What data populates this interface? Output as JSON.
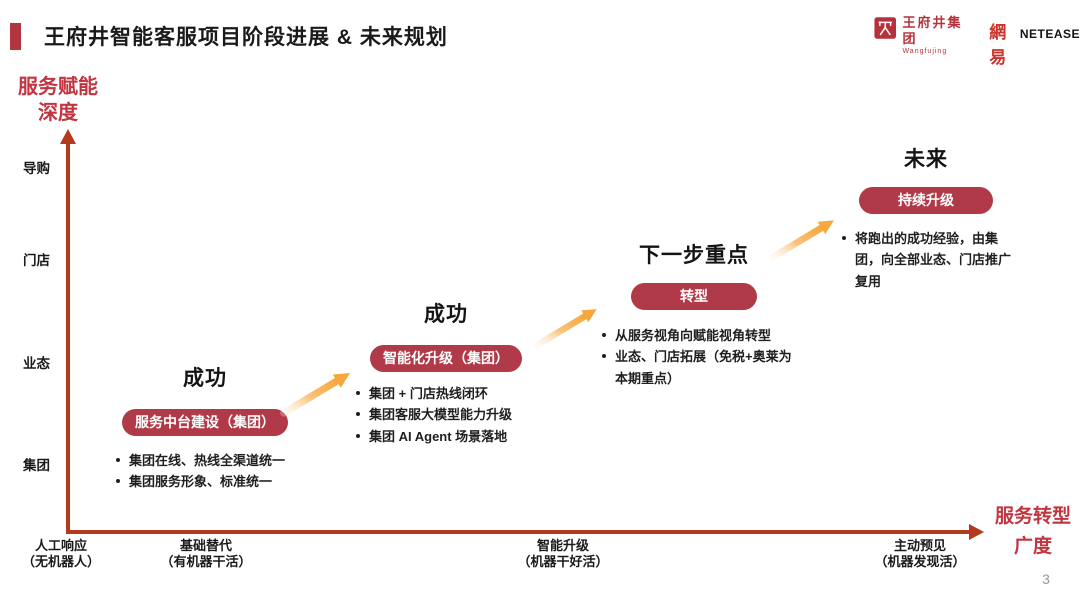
{
  "header": {
    "title": "王府井智能客服项目阶段进展 & 未来规划",
    "logos": {
      "wangfujing": {
        "name": "王府井集团",
        "sub": "Wangfujing"
      },
      "netease": {
        "cn": "網易",
        "en": "NETEASE"
      }
    }
  },
  "y_axis": {
    "label_line1": "服务赋能",
    "label_line2": "深度",
    "ticks": [
      "导购",
      "门店",
      "业态",
      "集团"
    ]
  },
  "x_axis": {
    "label_line1": "服务转型",
    "label_line2": "广度",
    "ticks": [
      {
        "line1": "人工响应",
        "line2": "（无机器人）"
      },
      {
        "line1": "基础替代",
        "line2": "（有机器干活）"
      },
      {
        "line1": "智能升级",
        "line2": "（机器干好活）"
      },
      {
        "line1": "主动预见",
        "line2": "（机器发现活）"
      }
    ]
  },
  "stages": [
    {
      "heading": "成功",
      "pill": "服务中台建设（集团）",
      "bullets": [
        "集团在线、热线全渠道统一",
        "集团服务形象、标准统一"
      ]
    },
    {
      "heading": "成功",
      "pill": "智能化升级（集团）",
      "bullets": [
        "集团 + 门店热线闭环",
        "集团客服大模型能力升级",
        "集团 AI Agent 场景落地"
      ]
    },
    {
      "heading": "下一步重点",
      "pill": "转型",
      "bullets": [
        "从服务视角向赋能视角转型",
        "业态、门店拓展（免税+奥莱为本期重点）"
      ]
    },
    {
      "heading": "未来",
      "pill": "持续升级",
      "bullets": [
        "将跑出的成功经验，由集团，向全部业态、门店推广复用"
      ]
    }
  ],
  "page_number": "3",
  "colors": {
    "accent_red": "#B23540",
    "pill_red": "#B03A48",
    "label_red": "#C23440",
    "axis_red": "#B43A1E",
    "arrow_orange": "#F6A93F"
  }
}
